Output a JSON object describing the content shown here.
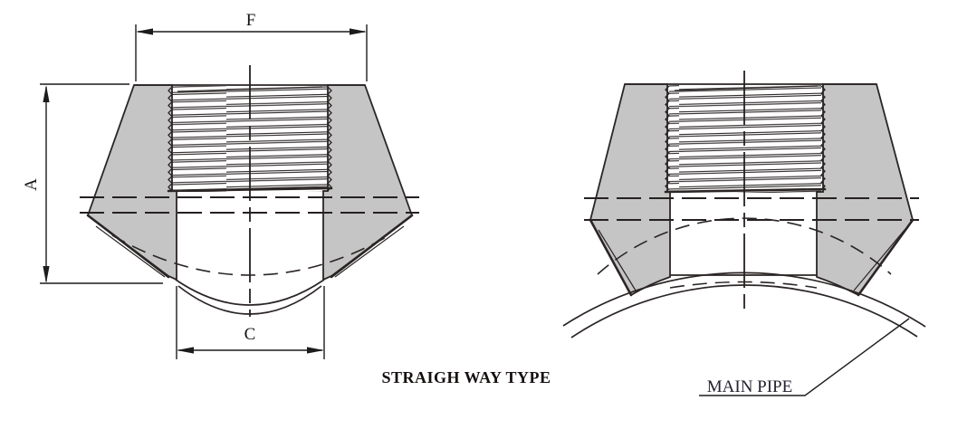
{
  "drawing": {
    "caption": "STRAIGH WAY TYPE",
    "left_view": {
      "dim_top_label": "F",
      "dim_height_label": "A",
      "dim_bottom_label": "C"
    },
    "right_view": {
      "label_main_pipe": "MAIN PIPE"
    },
    "colors": {
      "body_fill": "#c5c5c5",
      "line": "#2b2525",
      "dimension_line": "#1c1c1c",
      "label_text": "#232330",
      "caption_text": "#150f0f",
      "background": "#ffffff"
    }
  }
}
